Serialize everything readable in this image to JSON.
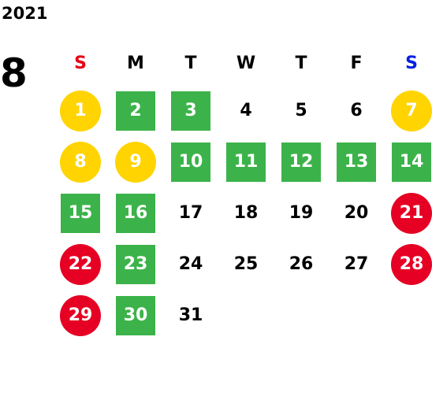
{
  "calendar": {
    "year": "2021",
    "month": "8",
    "weekdays": [
      {
        "label": "S",
        "color": "#e60012"
      },
      {
        "label": "M",
        "color": "#000000"
      },
      {
        "label": "T",
        "color": "#000000"
      },
      {
        "label": "W",
        "color": "#000000"
      },
      {
        "label": "T",
        "color": "#000000"
      },
      {
        "label": "F",
        "color": "#000000"
      },
      {
        "label": "S",
        "color": "#0020e0"
      }
    ],
    "colors": {
      "green": "#3cb34a",
      "yellow": "#ffd400",
      "red": "#e60023"
    },
    "days": [
      {
        "day": "1",
        "style": "yellow"
      },
      {
        "day": "2",
        "style": "green"
      },
      {
        "day": "3",
        "style": "green"
      },
      {
        "day": "4",
        "style": "plain"
      },
      {
        "day": "5",
        "style": "plain"
      },
      {
        "day": "6",
        "style": "plain"
      },
      {
        "day": "7",
        "style": "yellow"
      },
      {
        "day": "8",
        "style": "yellow"
      },
      {
        "day": "9",
        "style": "yellow"
      },
      {
        "day": "10",
        "style": "green"
      },
      {
        "day": "11",
        "style": "green"
      },
      {
        "day": "12",
        "style": "green"
      },
      {
        "day": "13",
        "style": "green"
      },
      {
        "day": "14",
        "style": "green"
      },
      {
        "day": "15",
        "style": "green"
      },
      {
        "day": "16",
        "style": "green"
      },
      {
        "day": "17",
        "style": "plain"
      },
      {
        "day": "18",
        "style": "plain"
      },
      {
        "day": "19",
        "style": "plain"
      },
      {
        "day": "20",
        "style": "plain"
      },
      {
        "day": "21",
        "style": "red"
      },
      {
        "day": "22",
        "style": "red"
      },
      {
        "day": "23",
        "style": "green"
      },
      {
        "day": "24",
        "style": "plain"
      },
      {
        "day": "25",
        "style": "plain"
      },
      {
        "day": "26",
        "style": "plain"
      },
      {
        "day": "27",
        "style": "plain"
      },
      {
        "day": "28",
        "style": "red"
      },
      {
        "day": "29",
        "style": "red"
      },
      {
        "day": "30",
        "style": "green"
      },
      {
        "day": "31",
        "style": "plain"
      }
    ]
  }
}
